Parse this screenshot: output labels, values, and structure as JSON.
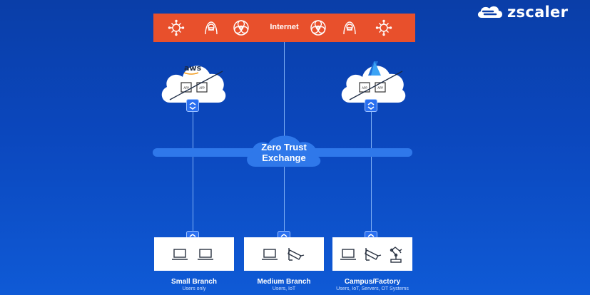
{
  "brand": {
    "name": "zscaler",
    "icon": "zscaler-cloud-logo"
  },
  "internet": {
    "label": "Internet",
    "icons": [
      "virus-icon",
      "hacker-icon",
      "biohazard-icon",
      "biohazard-icon",
      "hacker-icon",
      "virus-icon"
    ]
  },
  "clouds": [
    {
      "provider": "aws",
      "icon": "aws-logo",
      "apps": [
        "APP",
        "APP"
      ]
    },
    {
      "provider": "azure",
      "icon": "azure-logo",
      "apps": [
        "APP",
        "APP"
      ]
    }
  ],
  "zero_trust": {
    "line1": "Zero Trust",
    "line2": "Exchange"
  },
  "sites": [
    {
      "name": "Small Branch",
      "subtitle": "Users only",
      "icons": [
        "laptop-icon",
        "laptop-icon"
      ]
    },
    {
      "name": "Medium Branch",
      "subtitle": "Users, IoT",
      "icons": [
        "laptop-icon",
        "security-camera-icon"
      ]
    },
    {
      "name": "Campus/Factory",
      "subtitle": "Users, IoT, Servers, OT Systems",
      "icons": [
        "laptop-icon",
        "security-camera-icon",
        "robot-arm-icon"
      ]
    }
  ],
  "colors": {
    "background": "#0b47bd",
    "banner": "#e8502c",
    "exchange": "#2f78ea",
    "connector": "#2a6ff0"
  }
}
